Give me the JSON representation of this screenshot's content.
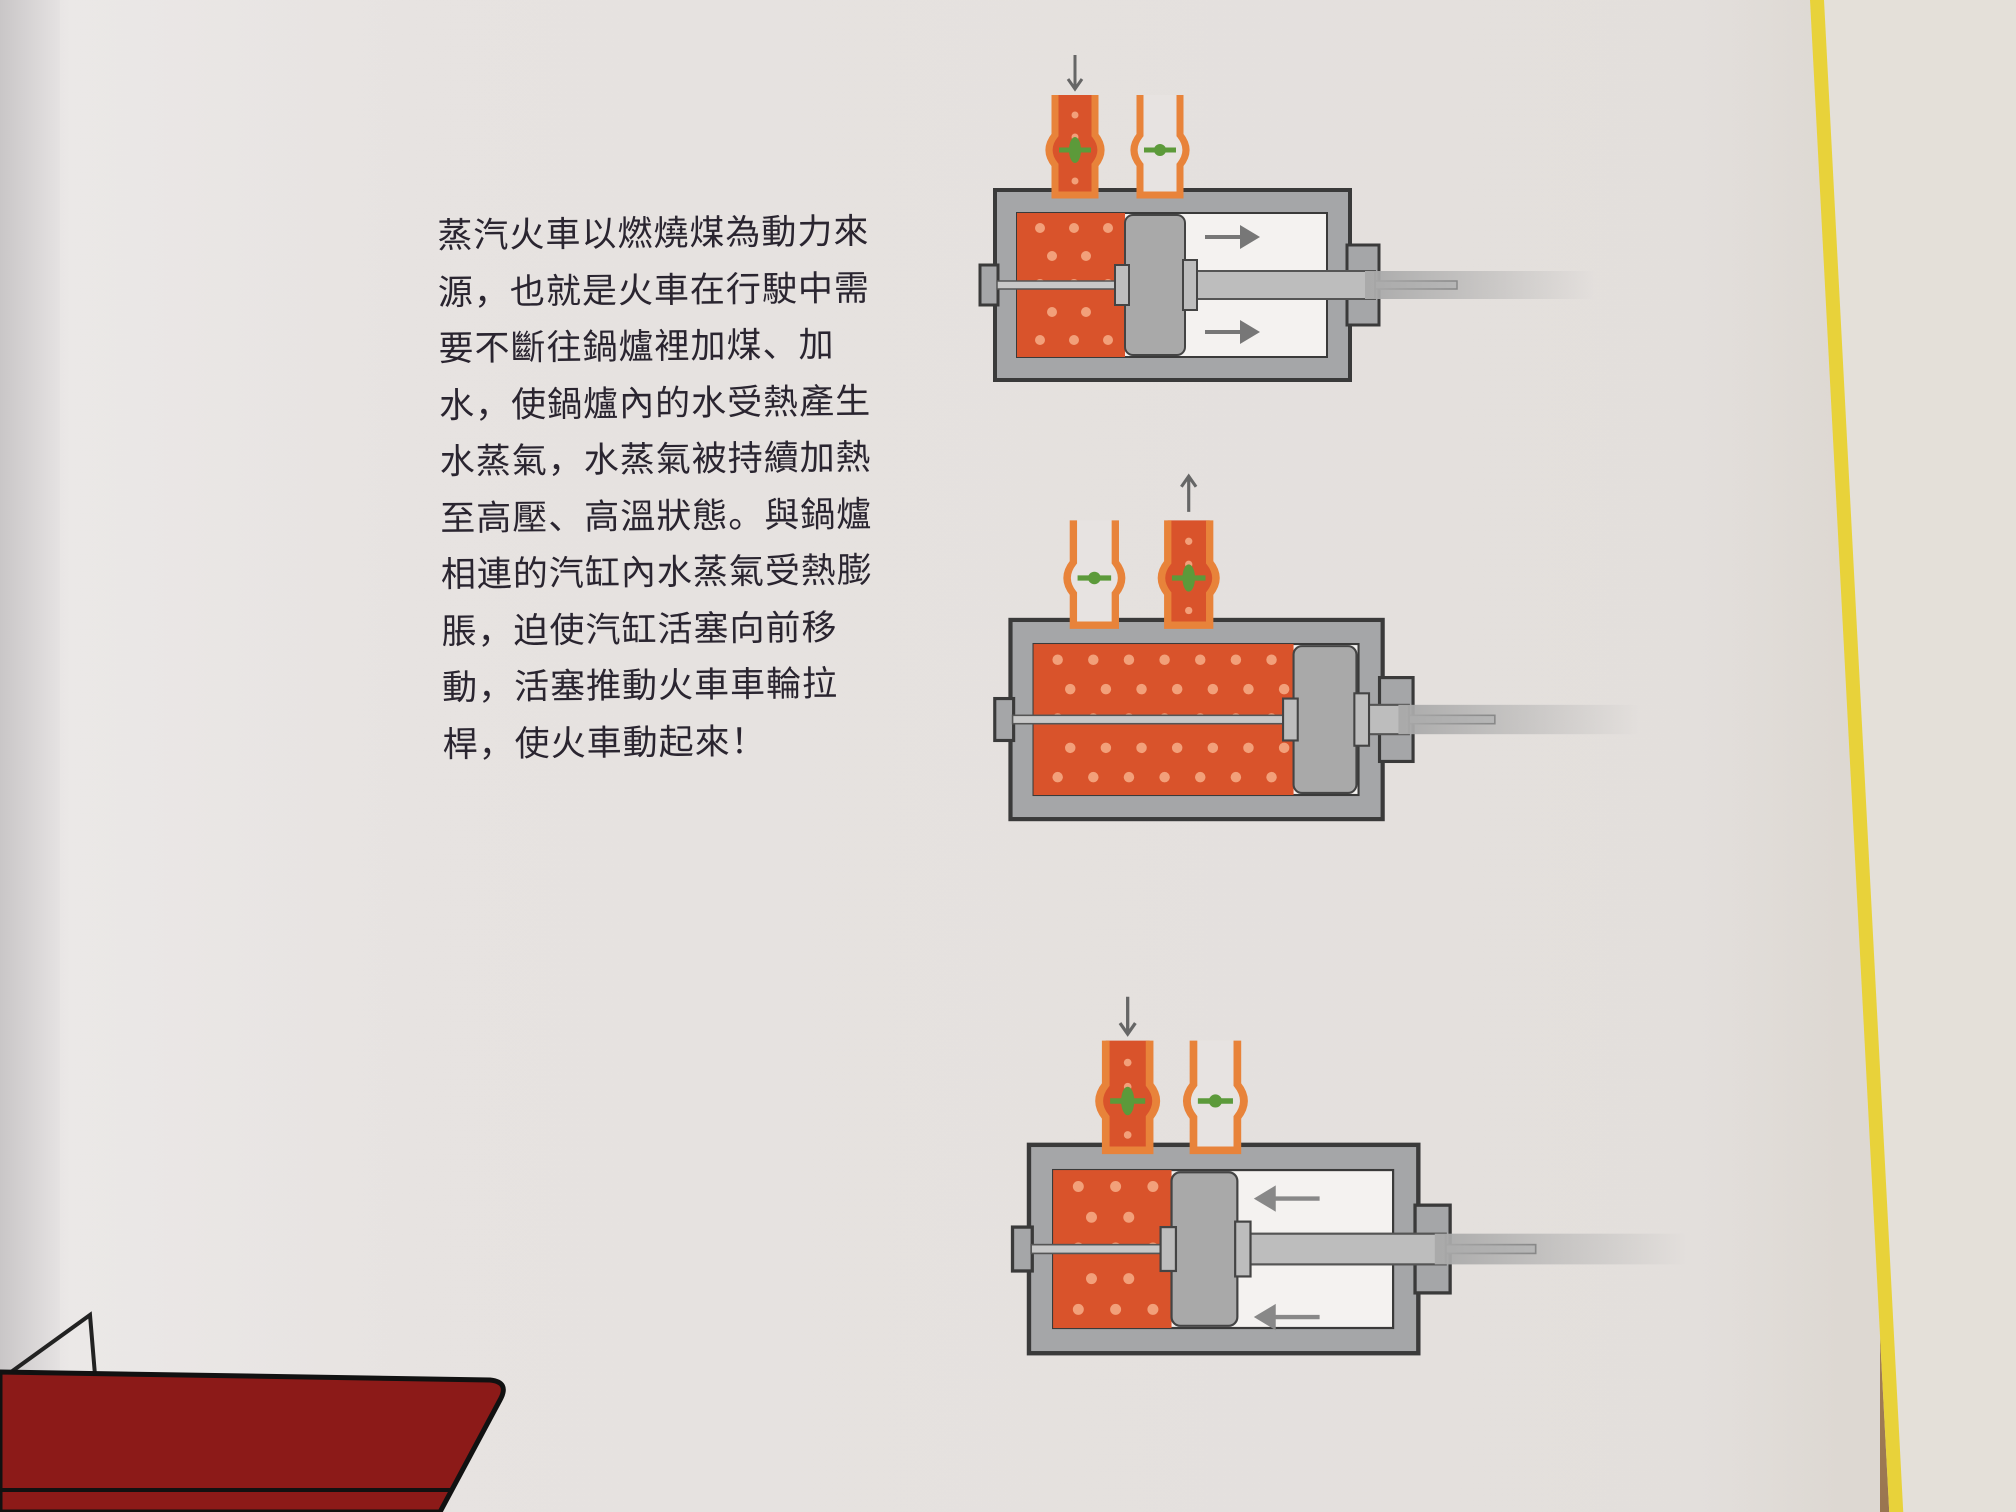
{
  "paragraph": {
    "lines": [
      "蒸汽火車以燃燒煤為動力來",
      "源，也就是火車在行駛中需",
      "要不斷往鍋爐裡加煤、加",
      "水，使鍋爐內的水受熱產生",
      "水蒸氣，水蒸氣被持續加熱",
      "至高壓、高溫狀態。與鍋爐",
      "相連的汽缸內水蒸氣受熱膨",
      "脹，迫使汽缸活塞向前移",
      "動，活塞推動火車車輪拉",
      "桿，使火車動起來！"
    ]
  },
  "colors": {
    "steam": "#d9532b",
    "frame": "#a5a6a8",
    "pipe": "#e8833a",
    "valve": "#5c9a3a",
    "page": "#e7e3e1",
    "book_edge": "#e8d23a"
  }
}
